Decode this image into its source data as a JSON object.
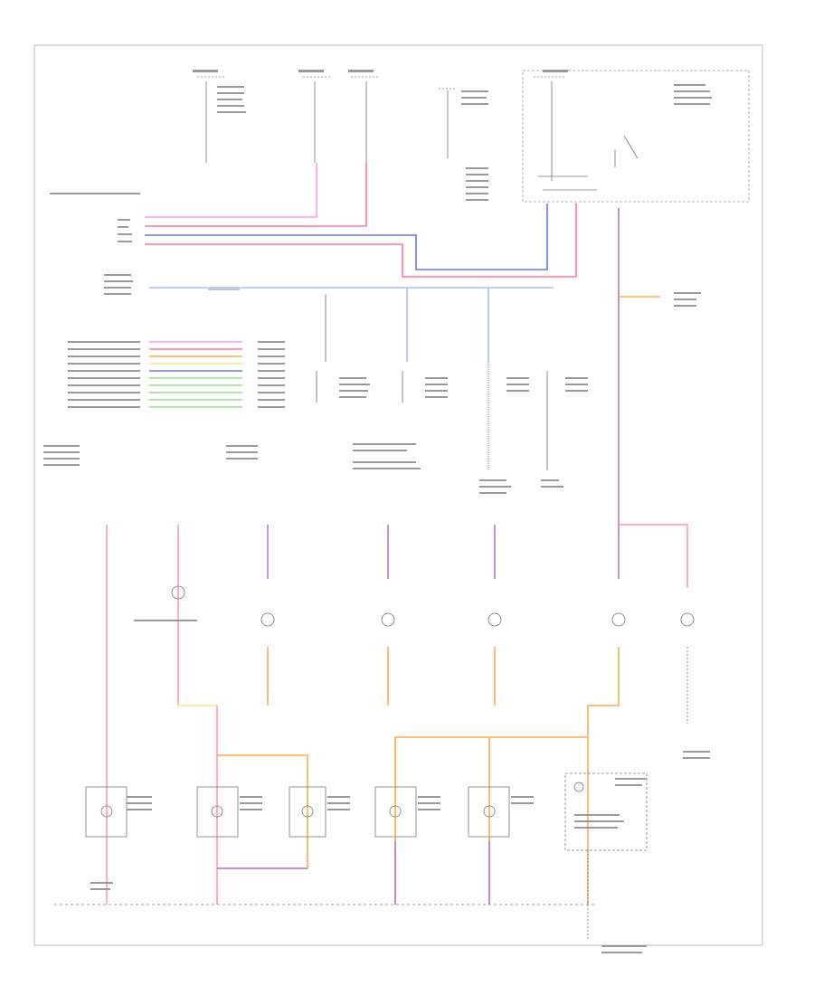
{
  "diagram_code": "",
  "colors": {
    "pink": "#ff99ee",
    "red": "#ff7799",
    "blue": "#6677ff",
    "light_blue": "#aabbff",
    "orange": "#ffaa55",
    "green": "#99dd88",
    "yellow": "#eeee88",
    "violet": "#bb77cc",
    "line": "#555555"
  },
  "wire_harness": [
    "pink",
    "red",
    "blue",
    "red"
  ],
  "module_wires": [
    "pink",
    "red",
    "orange",
    "yellow",
    "blue",
    "green",
    "green",
    "green",
    "green",
    "green"
  ]
}
